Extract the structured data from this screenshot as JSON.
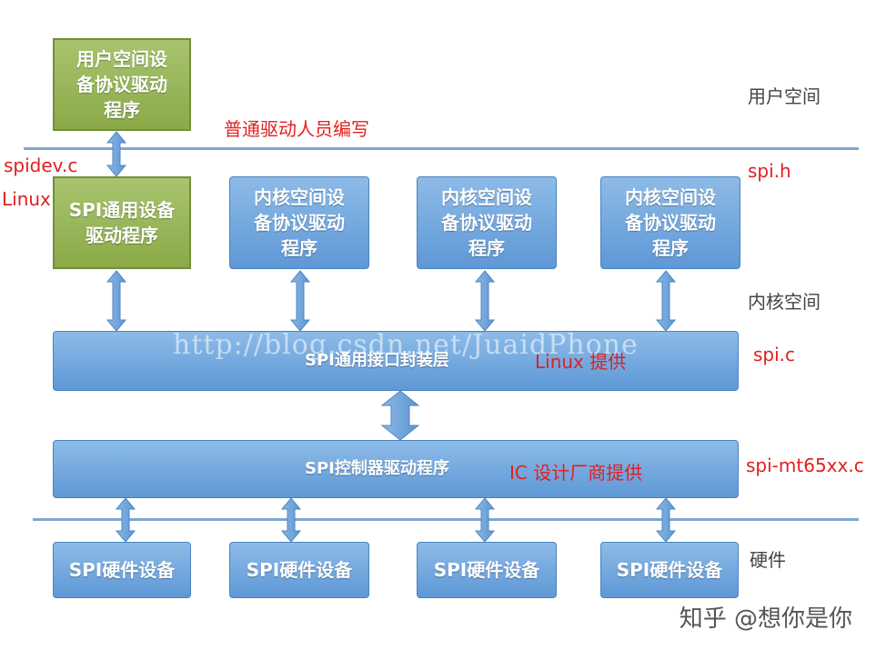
{
  "boxes": {
    "user_driver": "用户空间设\n备协议驱动\n程序",
    "spi_generic_driver": "SPI通用设备\n驱动程序",
    "kernel_driver_1": "内核空间设\n备协议驱动\n程序",
    "kernel_driver_2": "内核空间设\n备协议驱动\n程序",
    "kernel_driver_3": "内核空间设\n备协议驱动\n程序",
    "spi_interface_layer": "SPI通用接口封装层",
    "spi_controller_driver": "SPI控制器驱动程序",
    "hw_device_1": "SPI硬件设备",
    "hw_device_2": "SPI硬件设备",
    "hw_device_3": "SPI硬件设备",
    "hw_device_4": "SPI硬件设备"
  },
  "space_labels": {
    "user_space": "用户空间",
    "kernel_space": "内核空间",
    "hardware": "硬件"
  },
  "annotations": {
    "written_by": "普通驱动人员编写",
    "spidev_c": "spidev.c",
    "linux": "Linux",
    "spi_h": "spi.h",
    "spi_c": "spi.c",
    "linux_provided": "Linux 提供",
    "spi_mt65xx_c": "spi-mt65xx.c",
    "ic_vendor_provided": "IC 设计厂商提供"
  },
  "watermark": "http://blog.csdn.net/JuaidPhone",
  "footer": "知乎 @想你是你",
  "colors": {
    "green_box": "#8aaa48",
    "blue_box": "#5e98d6",
    "separator": "#7ea7cf",
    "arrow": "#6fa3db",
    "annotation_red": "#e02020"
  }
}
